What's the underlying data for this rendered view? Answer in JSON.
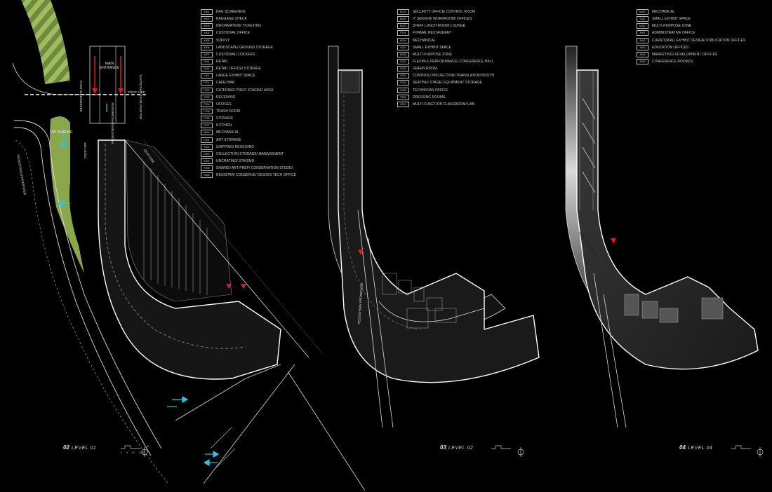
{
  "legends": [
    {
      "id": "legend-level-01",
      "items": [
        {
          "code": "A001",
          "label": "BAG SCREENING"
        },
        {
          "code": "A002",
          "label": "BAGGAGE CHECK"
        },
        {
          "code": "A003",
          "label": "INFORMATION/ TICKETING"
        },
        {
          "code": "A004",
          "label": "CUSTODIAL OFFICE"
        },
        {
          "code": "A005",
          "label": "SUPPLY"
        },
        {
          "code": "A006",
          "label": "LANDSCAPE/ GROUND STORAGE"
        },
        {
          "code": "A007",
          "label": "CUSTODIAL/ LOCKERS"
        },
        {
          "code": "R001",
          "label": "RETAIL"
        },
        {
          "code": "R002",
          "label": "RETAIL OFFICE/ STORAGE"
        },
        {
          "code": "L001",
          "label": "LARGE EXHIBIT SPACE"
        },
        {
          "code": "F001",
          "label": "CAFE/ BAR"
        },
        {
          "code": "F002",
          "label": "CATERING/ PREP/ STAGING AREA"
        },
        {
          "code": "F003",
          "label": "RECEIVING"
        },
        {
          "code": "F004",
          "label": "OFFICES"
        },
        {
          "code": "F005",
          "label": "TRASH ROOM"
        },
        {
          "code": "F006",
          "label": "STORAGE"
        },
        {
          "code": "F007",
          "label": "KITCHEN"
        },
        {
          "code": "M001",
          "label": "MECHANICAL"
        },
        {
          "code": "E001",
          "label": "ART STORAGE"
        },
        {
          "code": "E002",
          "label": "SHIPPING/ RECEIVING"
        },
        {
          "code": "E003",
          "label": "COLLECTION STORAGE/ MANAGEMENT"
        },
        {
          "code": "E004",
          "label": "UNCRATING/ STAGING"
        },
        {
          "code": "E005",
          "label": "SHARED ART-PREP/ CONSERVATION STUDIO"
        },
        {
          "code": "E006",
          "label": "REGISTAR/ CONSERVE/ DESIGN/ TECH OFFICE"
        }
      ]
    },
    {
      "id": "legend-level-02",
      "items": [
        {
          "code": "M201",
          "label": "SECURITY OFFICE/ CONTROL ROOM"
        },
        {
          "code": "M202",
          "label": "IT SERVER/ WORKROOM/ OFFICES"
        },
        {
          "code": "M203",
          "label": "STAFF LUNCH ROOM/ LOUNGE"
        },
        {
          "code": "F201",
          "label": "FORMAL RESTAURANT"
        },
        {
          "code": "M204",
          "label": "MECHANICAL"
        },
        {
          "code": "S201",
          "label": "SMALL EXHIBIT SPACE"
        },
        {
          "code": "M205",
          "label": "MULTI-PURPOSE ZONE"
        },
        {
          "code": "P201",
          "label": "FLEXIBLE PERFORMANCE/ CONFERENCE HALL"
        },
        {
          "code": "P202",
          "label": "GREEN ROOM"
        },
        {
          "code": "P203",
          "label": "CONTROL/ PROJECTION/ TRANSLATION BOOTH"
        },
        {
          "code": "P204",
          "label": "SEATING/ STAGE/ EQUIPMENT STORAGE"
        },
        {
          "code": "P205",
          "label": "TECHNICIAN OFFICE"
        },
        {
          "code": "P206",
          "label": "DRESSING ROOMS"
        },
        {
          "code": "E201",
          "label": "MULTI-FUNCTION CLASSROOM/ LAB"
        }
      ]
    },
    {
      "id": "legend-level-04",
      "items": [
        {
          "code": "M401",
          "label": "MECHANICAL"
        },
        {
          "code": "S401",
          "label": "SMALL EXHIBIT SPACE"
        },
        {
          "code": "M402",
          "label": "MULTI-PURPOSE ZONE"
        },
        {
          "code": "A401",
          "label": "ADMINISTRATIVE OFFICE"
        },
        {
          "code": "A402",
          "label": "CURATORIAL/ EXHIBIT DESIGN/ PUBLICATION OFFICES"
        },
        {
          "code": "A403",
          "label": "EDUCATION OFFICES"
        },
        {
          "code": "A404",
          "label": "MARKETING/ DEVELOPMENT OFFICES"
        },
        {
          "code": "A405",
          "label": "CONFERENCE ROOM(S)"
        }
      ]
    }
  ],
  "level_titles": [
    {
      "number": "02",
      "name": "LEVEL 01"
    },
    {
      "number": "03",
      "name": "LEVEL 02"
    },
    {
      "number": "04",
      "name": "LEVEL 04"
    }
  ],
  "scale": {
    "ticks": [
      "0",
      "5",
      "10",
      "20M"
    ],
    "north": "N"
  },
  "plan_labels": {
    "main_entrance": "MAIN\nENTRANCE",
    "observation_deck": "OBSERVATION DECK",
    "pedestrian_promenade": "PEDESTRIAN PROMENADE",
    "property_line": "PROP. LINE",
    "building_mass": "BUILDING MASS LANDSCAPE",
    "vip_parking": "VIP PARKING",
    "pedestrian_promenade_west": "PEDESTRIAN PROMENADE",
    "quayside": "QUAYSIDE",
    "drop_off": "DROP OFF"
  },
  "colors": {
    "background": "#000000",
    "landscape_green": "#8aa84a",
    "arrow_cyan": "#29c6e0",
    "arrow_red": "#e01818",
    "linework": "#ffffff"
  }
}
